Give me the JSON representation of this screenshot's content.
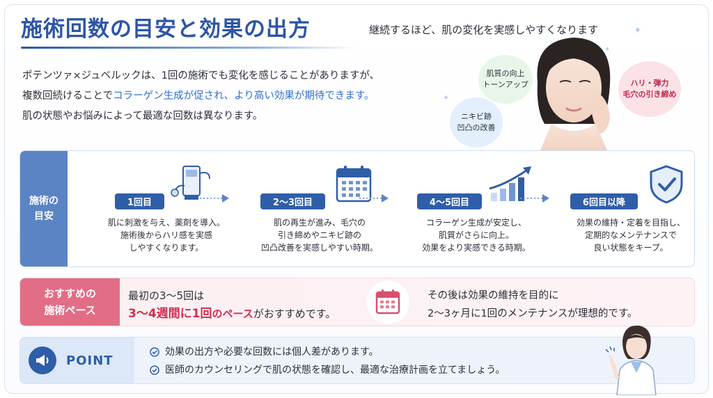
{
  "header": {
    "title": "施術回数の目安と効果の出方",
    "subtitle": "継続するほど、肌の変化を実感しやすくなります"
  },
  "intro": {
    "line1": "ポテンツァ×ジュベルックは、1回の施術でも変化を感じることがありますが、",
    "line2_prefix": "複数回続けることで",
    "line2_accent": "コラーゲン生成が促され、より高い効果が期待できます。",
    "line3": "肌の状態やお悩みによって最適な回数は異なります。"
  },
  "benefits": {
    "green": [
      "肌質の向上",
      "トーンアップ"
    ],
    "blue": [
      "ニキビ跡",
      "凹凸の改善"
    ],
    "pink": [
      "ハリ・弾力",
      "毛穴の引き締め"
    ]
  },
  "steps_section": {
    "side_label": [
      "施術の",
      "目安"
    ],
    "steps": [
      {
        "tab": "1回目",
        "icon": "skincare-device-icon",
        "desc": [
          "肌に刺激を与え、薬剤を導入。",
          "施術後からハリ感を実感",
          "しやすくなります。"
        ]
      },
      {
        "tab": "2〜3回目",
        "icon": "calendar-icon",
        "desc": [
          "肌の再生が進み、毛穴の",
          "引き締めやニキビ跡の",
          "凹凸改善を実感しやすい時期。"
        ]
      },
      {
        "tab": "4〜5回目",
        "icon": "growth-chart-icon",
        "desc": [
          "コラーゲン生成が安定し、",
          "肌質がさらに向上。",
          "効果をより実感できる時期。"
        ]
      },
      {
        "tab": "6回目以降",
        "icon": "shield-check-icon",
        "desc": [
          "効果の維持・定着を目指し、",
          "定期的なメンテナンスで",
          "良い状態をキープ。"
        ]
      }
    ]
  },
  "pace": {
    "side_label": [
      "おすすめの",
      "施術ペース"
    ],
    "line1": "最初の3〜5回は",
    "line2_red": "3〜4週間に1回",
    "line2_red_small": "のペース",
    "line2_tail": "がおすすめです。",
    "line3": "その後は効果の維持を目的に",
    "line4": "2〜3ヶ月に1回のメンテナンスが理想的です。"
  },
  "point": {
    "label": "POINT",
    "items": [
      "効果の出方や必要な回数には個人差があります。",
      "医師のカウンセリングで肌の状態を確認し、最適な治療計画を立てましょう。"
    ]
  },
  "colors": {
    "brand_blue": "#2c55a6",
    "accent_blue": "#2f6fd6",
    "accent_red": "#d22e51",
    "pink_band": "#e26d86"
  }
}
